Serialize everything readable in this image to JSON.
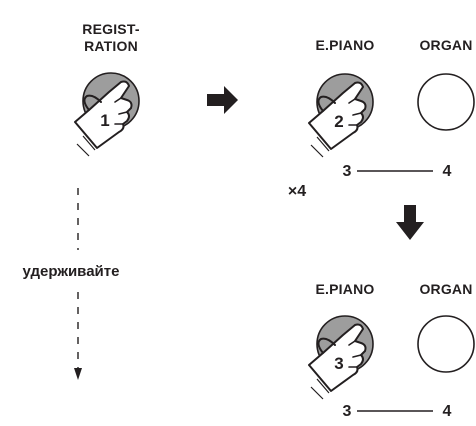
{
  "registration_label_line1": "REGIST-",
  "registration_label_line2": "RATION",
  "buttons": {
    "e_piano": "E.PIANO",
    "organ": "ORGAN"
  },
  "steps": {
    "step1": "1",
    "step2": "2",
    "step3": "3"
  },
  "ranges": {
    "top": {
      "from": "3",
      "to": "4"
    },
    "bottom": {
      "from": "3",
      "to": "4"
    }
  },
  "repeat": "×4",
  "hold_label": "удерживайте",
  "colors": {
    "pressed_button": "#9d9d9d",
    "unpressed_button": "#ffffff",
    "ink": "#231f20"
  },
  "icons": [
    "pointing-hand-icon",
    "arrow-right-icon",
    "arrow-down-icon",
    "dashed-arrow-down-icon"
  ]
}
